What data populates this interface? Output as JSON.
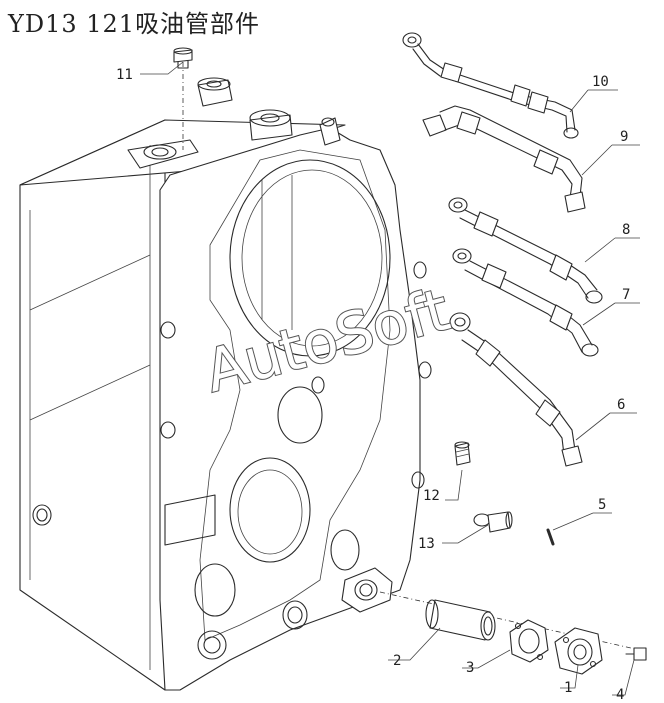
{
  "title": "YD13 121吸油管部件",
  "watermark": "AutoSoft",
  "part_labels": [
    "1",
    "2",
    "3",
    "4",
    "5",
    "6",
    "7",
    "8",
    "9",
    "10",
    "11",
    "12",
    "13"
  ]
}
